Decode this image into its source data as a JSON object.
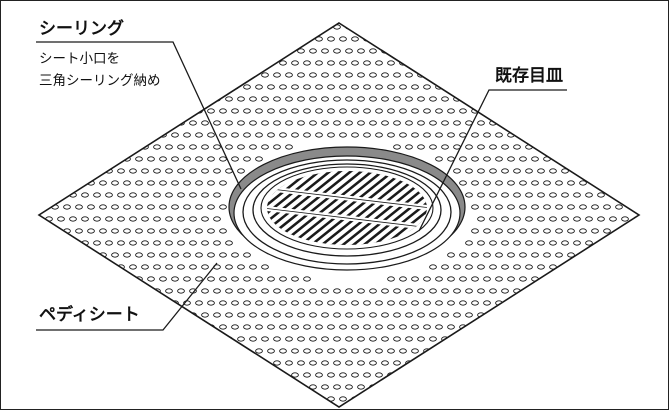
{
  "colors": {
    "line": "#1a1a1a",
    "sealing_band": "#888888",
    "background": "#ffffff"
  },
  "callouts": {
    "sealing": {
      "title": "シーリング",
      "note_line1": "シート小口を",
      "note_line2": "三角シーリング納め"
    },
    "existing_plate": {
      "title": "既存目皿"
    },
    "sheet": {
      "title": "ペディシート"
    }
  }
}
